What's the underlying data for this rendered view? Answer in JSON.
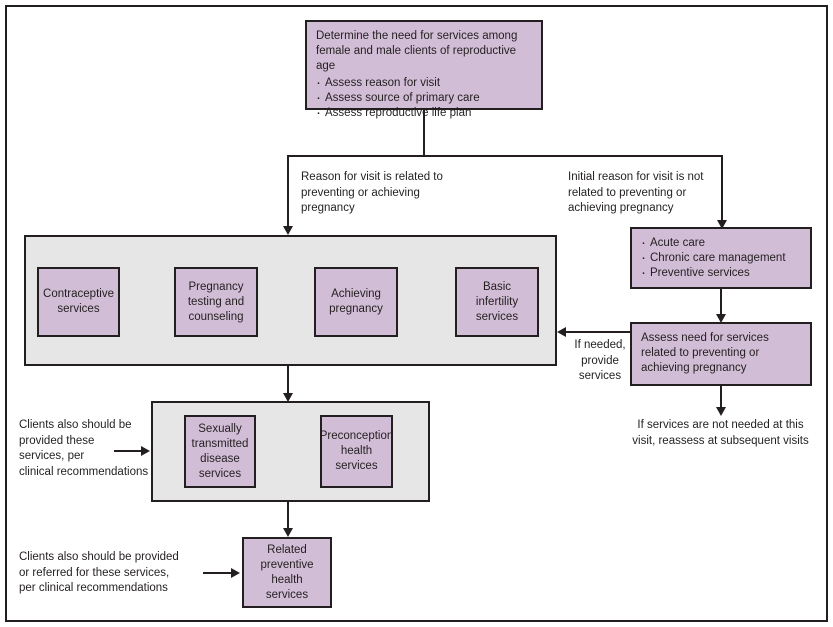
{
  "diagram": {
    "title_box": {
      "heading": "Determine the need for services among female and male clients of reproductive age",
      "bullets": [
        "Assess reason for visit",
        "Assess source of primary care",
        "Assess reproductive life plan"
      ]
    },
    "branch_left_label": "Reason for visit is related to preventing or achieving pregnancy",
    "branch_right_label": "Initial reason for visit is not related to preventing or achieving pregnancy",
    "other_care_box": {
      "bullets": [
        "Acute care",
        "Chronic care management",
        "Preventive services"
      ]
    },
    "assess_need_box": "Assess need for services related to preventing or achieving pregnancy",
    "if_needed_label": "If needed,\nprovide\nservices",
    "not_needed_label": "If services are not needed at this\nvisit, reassess at subsequent visits",
    "core_services": [
      "Contraceptive\nservices",
      "Pregnancy\ntesting and\ncounseling",
      "Achieving\npregnancy",
      "Basic\ninfertility\nservices"
    ],
    "additional_services": [
      "Sexually\ntransmitted\ndisease\nservices",
      "Preconception\nhealth\nservices"
    ],
    "additional_services_note": "Clients also should be\nprovided these\nservices, per\nclinical recommendations",
    "related_preventive_box": "Related\npreventive\nhealth\nservices",
    "related_preventive_note": "Clients also should be provided\nor referred for these services,\nper clinical recommendations"
  },
  "colors": {
    "box_fill": "#d2bdd6",
    "group_fill": "#e6e6e6",
    "stroke": "#231f20",
    "page_bg": "#ffffff"
  }
}
